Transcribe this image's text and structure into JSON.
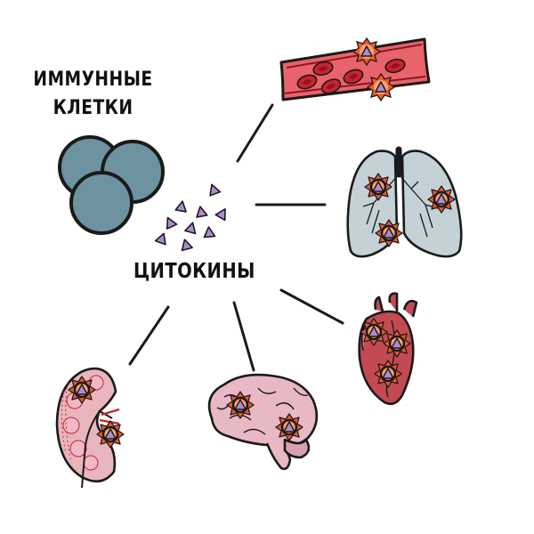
{
  "labels": {
    "immune_line1": "ИММУННЫЕ",
    "immune_line2": "КЛЕТКИ",
    "cytokines": "ЦИТОКИНЫ"
  },
  "colors": {
    "immune_cell": "#6d93a0",
    "cytokine": "#b08ad2",
    "inflammation": "#f2592a",
    "vessel": "#e9636a",
    "blood_cell": "#c9232e",
    "lung": "#c4d2d7",
    "heart": "#c34a53",
    "brain": "#e8b8c5",
    "kidney": "#e8b6bc",
    "outline": "#1a1a1a"
  }
}
